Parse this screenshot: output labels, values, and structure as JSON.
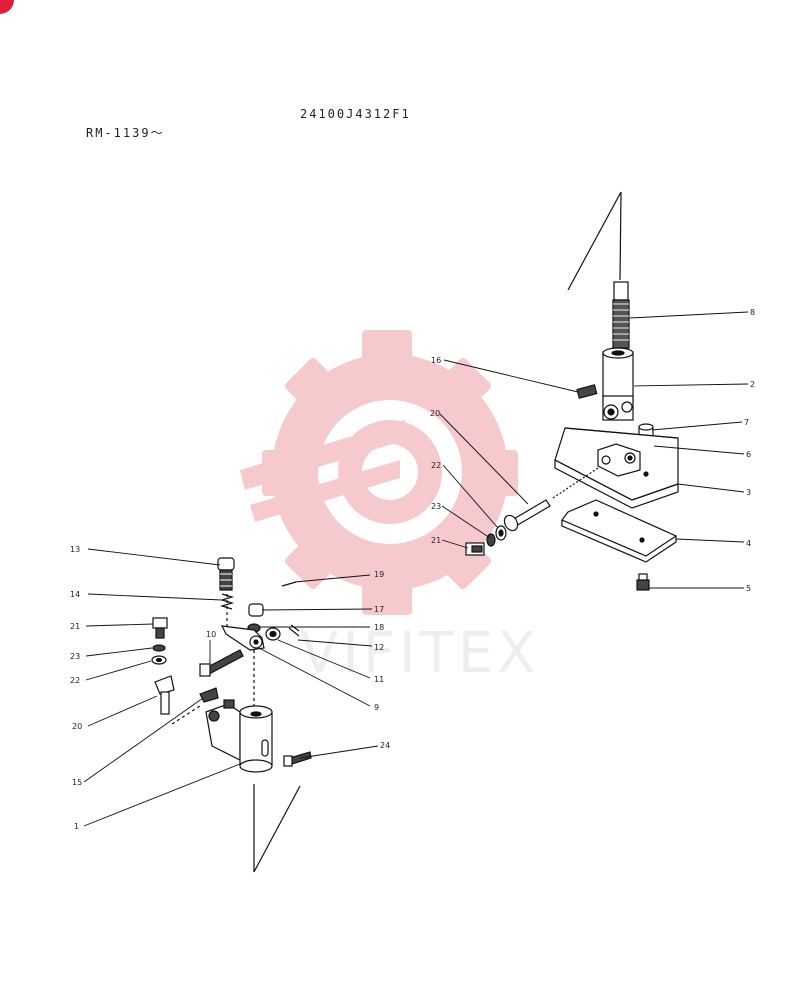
{
  "document": {
    "part_code": "24100J4312F1",
    "serial_range": "RM-1139～"
  },
  "watermark": {
    "text": "VIFITEX",
    "color": "#f4b9bd"
  },
  "callouts": [
    {
      "id": "l8",
      "label": "8"
    },
    {
      "id": "l16",
      "label": "16"
    },
    {
      "id": "l2",
      "label": "2"
    },
    {
      "id": "l20a",
      "label": "20"
    },
    {
      "id": "l7",
      "label": "7"
    },
    {
      "id": "l6",
      "label": "6"
    },
    {
      "id": "l22a",
      "label": "22"
    },
    {
      "id": "l3",
      "label": "3"
    },
    {
      "id": "l23a",
      "label": "23"
    },
    {
      "id": "l4",
      "label": "4"
    },
    {
      "id": "l21a",
      "label": "21"
    },
    {
      "id": "l5",
      "label": "5"
    },
    {
      "id": "l13",
      "label": "13"
    },
    {
      "id": "l19",
      "label": "19"
    },
    {
      "id": "l14",
      "label": "14"
    },
    {
      "id": "l17",
      "label": "17"
    },
    {
      "id": "l21b",
      "label": "21"
    },
    {
      "id": "l18",
      "label": "18"
    },
    {
      "id": "l10",
      "label": "10"
    },
    {
      "id": "l12",
      "label": "12"
    },
    {
      "id": "l23b",
      "label": "23"
    },
    {
      "id": "l22b",
      "label": "22"
    },
    {
      "id": "l11",
      "label": "11"
    },
    {
      "id": "l9",
      "label": "9"
    },
    {
      "id": "l20b",
      "label": "20"
    },
    {
      "id": "l15",
      "label": "15"
    },
    {
      "id": "l24",
      "label": "24"
    },
    {
      "id": "l1",
      "label": "1"
    }
  ]
}
